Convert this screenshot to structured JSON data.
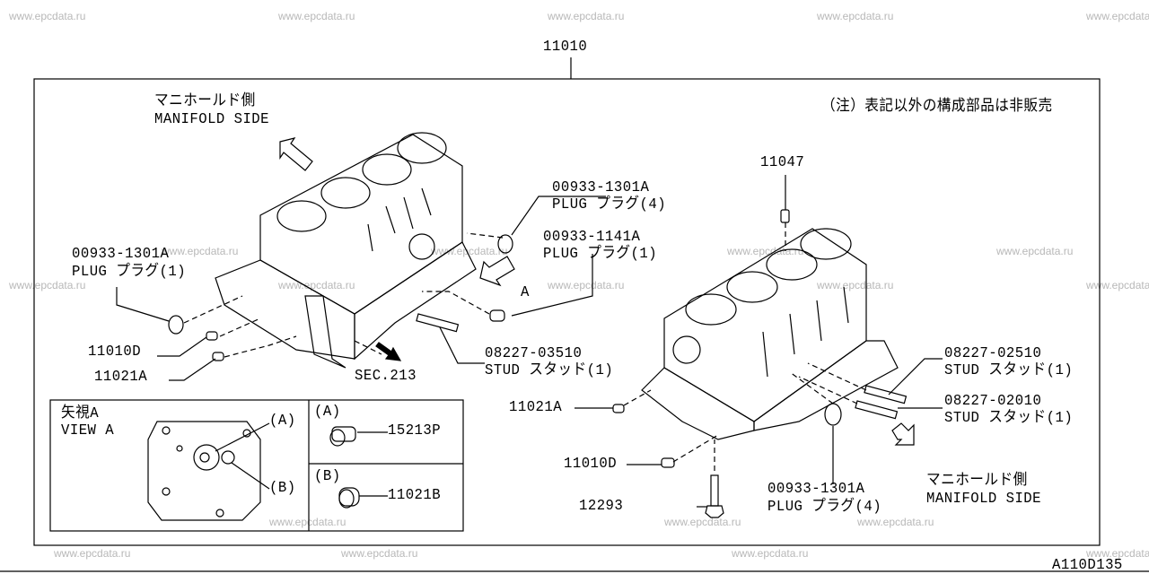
{
  "diagram_code": "A110D135",
  "assembly_number": "11010",
  "note_jp": "（注）表記以外の構成部品は非販売",
  "watermarks": [
    "www.epcdata.ru",
    "www.epcdata.ru",
    "www.epcdata.ru",
    "www.epcdata.ru",
    "www.epcdata.ru",
    "www.epcdata.ru",
    "www.epcdata.ru",
    "www.epcdata.ru",
    "www.epcdata.ru",
    "www.epcdata.ru",
    "www.epcdata.ru",
    "www.epcdata.ru",
    "www.epcdata.ru",
    "www.epcdata.ru",
    "www.epcdata.ru",
    "www.epcdata.ru",
    "www.epcdata.ru",
    "www.epcdata.ru",
    "www.epcdata.ru",
    "www.epcdata.ru",
    "www.epcdata.ru"
  ],
  "left_block": {
    "manifold_jp": "マニホールド側",
    "manifold_en": "MANIFOLD SIDE",
    "view_arrow_label": "A",
    "sec_ref": "SEC.213",
    "callouts": [
      {
        "part": "00933-1301A",
        "desc": "PLUG プラグ(4)"
      },
      {
        "part": "00933-1141A",
        "desc": "PLUG プラグ(1)"
      },
      {
        "part": "00933-1301A",
        "desc": "PLUG プラグ(1)"
      },
      {
        "part": "11010D",
        "desc": ""
      },
      {
        "part": "11021A",
        "desc": ""
      },
      {
        "part": "08227-03510",
        "desc": "STUD スタッド(1)"
      }
    ]
  },
  "right_block": {
    "manifold_jp": "マニホールド側",
    "manifold_en": "MANIFOLD SIDE",
    "callouts": [
      {
        "part": "11047",
        "desc": ""
      },
      {
        "part": "11021A",
        "desc": ""
      },
      {
        "part": "11010D",
        "desc": ""
      },
      {
        "part": "12293",
        "desc": ""
      },
      {
        "part": "08227-02510",
        "desc": "STUD スタッド(1)"
      },
      {
        "part": "08227-02010",
        "desc": "STUD スタッド(1)"
      },
      {
        "part": "00933-1301A",
        "desc": "PLUG プラグ(4)"
      }
    ]
  },
  "view_a": {
    "title_jp": "矢視A",
    "title_en": "VIEW A",
    "marker_a": "(A)",
    "marker_b": "(B)",
    "details": [
      {
        "marker": "(A)",
        "part": "15213P"
      },
      {
        "marker": "(B)",
        "part": "11021B"
      }
    ]
  }
}
